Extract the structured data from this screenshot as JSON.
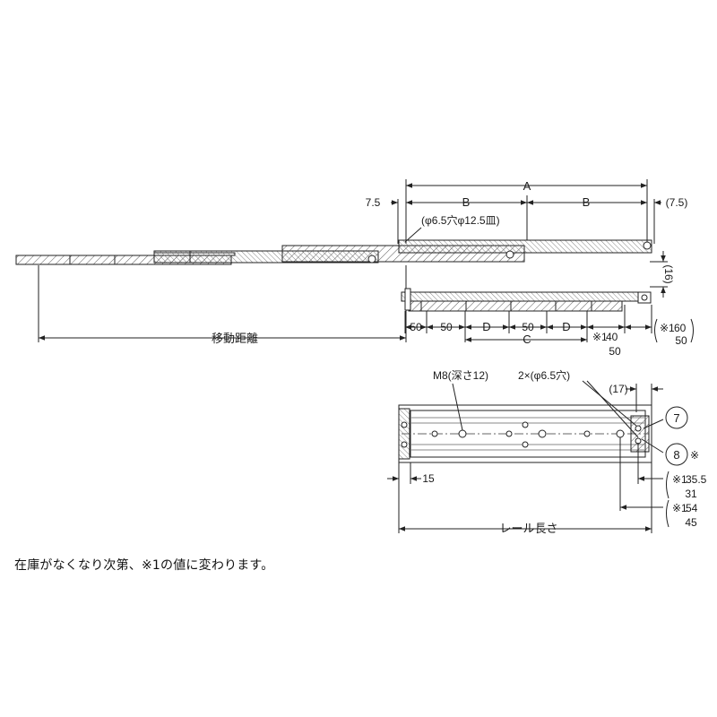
{
  "side_view": {
    "dim_A": "A",
    "dim_B_left": "B",
    "dim_B_right": "B",
    "dim_7_5_left": "7.5",
    "dim_7_5_right": "(7.5)",
    "hole_label": "(φ6.5穴φ12.5皿)",
    "travel_label": "移動距離",
    "dim_16": "(16)"
  },
  "middle_view": {
    "dim_50a": "50",
    "dim_50b": "50",
    "dim_D_left": "D",
    "dim_50c": "50",
    "dim_D_right": "D",
    "dim_C": "C",
    "dim_40_note": "※1",
    "dim_40": "40",
    "dim_50_bottom": "50",
    "dim_60_note": "※1",
    "dim_60": "60",
    "dim_50_right": "50"
  },
  "bottom_view": {
    "m8_label": "M8(深さ12)",
    "holes_label": "2×(φ6.5穴)",
    "dim_17": "(17)",
    "part_7": "7",
    "part_8": "8",
    "part_8_note": "※",
    "dim_15": "15",
    "rail_length_label": "レール長さ",
    "dim_35_5_note": "※1",
    "dim_35_5": "35.5",
    "dim_31": "31",
    "dim_54_note": "※1",
    "dim_54": "54",
    "dim_45": "45"
  },
  "footnote": "在庫がなくなり次第、※1の値に変わります。"
}
